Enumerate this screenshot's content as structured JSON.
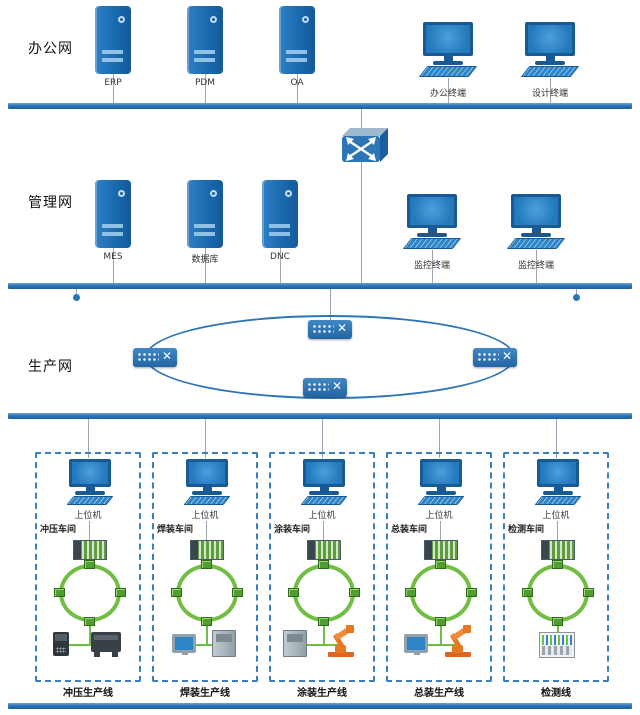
{
  "office": {
    "label": "办公网",
    "servers": [
      "ERP",
      "PDM",
      "OA"
    ],
    "terminals": [
      "办公终端",
      "设计终端"
    ]
  },
  "management": {
    "label": "管理网",
    "servers": [
      "MES",
      "数据库",
      "DNC"
    ],
    "terminals": [
      "监控终端",
      "监控终端"
    ]
  },
  "production": {
    "label": "生产网"
  },
  "workshops": [
    {
      "name": "冲压车间",
      "host": "上位机",
      "line": "冲压生产线"
    },
    {
      "name": "焊装车间",
      "host": "上位机",
      "line": "焊装生产线"
    },
    {
      "name": "涂装车间",
      "host": "上位机",
      "line": "涂装生产线"
    },
    {
      "name": "总装车间",
      "host": "上位机",
      "line": "总装生产线"
    },
    {
      "name": "检测车间",
      "host": "上位机",
      "line": "检测线"
    }
  ],
  "colors": {
    "bus_blue": "#2E75B6",
    "device_blue": "#1A6AB0",
    "ring_green": "#72BE44",
    "robot_orange": "#E87722"
  }
}
